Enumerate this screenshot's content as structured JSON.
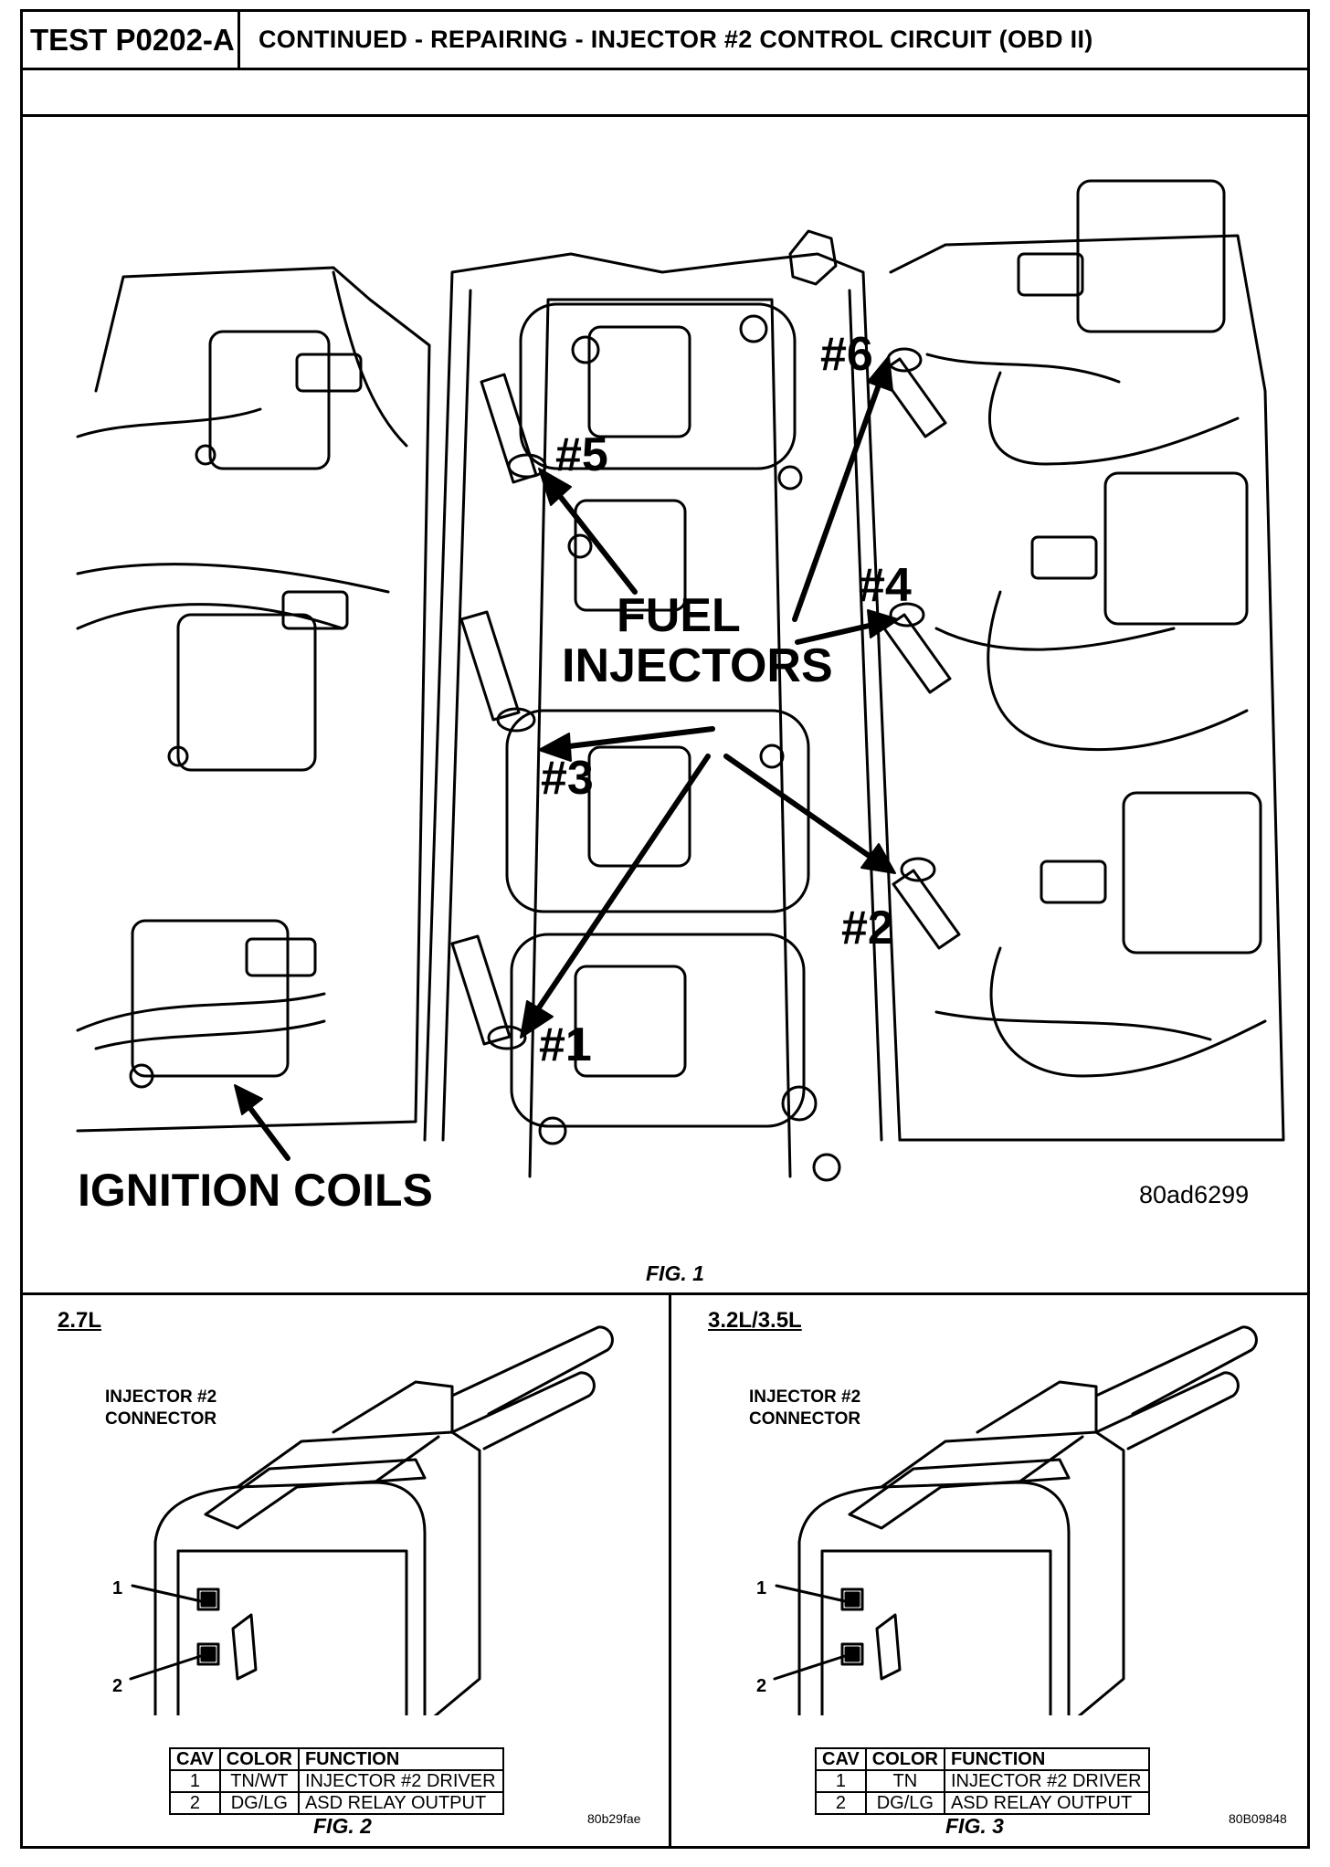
{
  "header": {
    "test_id": "TEST P0202-A",
    "title": "CONTINUED - REPAIRING - INJECTOR #2 CONTROL CIRCUIT (OBD II)"
  },
  "figure1": {
    "caption": "FIG. 1",
    "ref_code": "80ad6299",
    "label_fuel_injectors_line1": "FUEL",
    "label_fuel_injectors_line2": "INJECTORS",
    "label_ignition_coils": "IGNITION COILS",
    "injector_labels": [
      "#1",
      "#2",
      "#3",
      "#4",
      "#5",
      "#6"
    ]
  },
  "panels": [
    {
      "engine": "2.7L",
      "connector_label_line1": "INJECTOR #2",
      "connector_label_line2": "CONNECTOR",
      "pin1": "1",
      "pin2": "2",
      "table": {
        "headers": [
          "CAV",
          "COLOR",
          "FUNCTION"
        ],
        "rows": [
          [
            "1",
            "TN/WT",
            "INJECTOR #2 DRIVER"
          ],
          [
            "2",
            "DG/LG",
            "ASD RELAY OUTPUT"
          ]
        ]
      },
      "ref_code": "80b29fae",
      "caption": "FIG. 2"
    },
    {
      "engine": "3.2L/3.5L",
      "connector_label_line1": "INJECTOR #2",
      "connector_label_line2": "CONNECTOR",
      "pin1": "1",
      "pin2": "2",
      "table": {
        "headers": [
          "CAV",
          "COLOR",
          "FUNCTION"
        ],
        "rows": [
          [
            "1",
            "TN",
            "INJECTOR #2 DRIVER"
          ],
          [
            "2",
            "DG/LG",
            "ASD RELAY OUTPUT"
          ]
        ]
      },
      "ref_code": "80B09848",
      "caption": "FIG. 3"
    }
  ]
}
